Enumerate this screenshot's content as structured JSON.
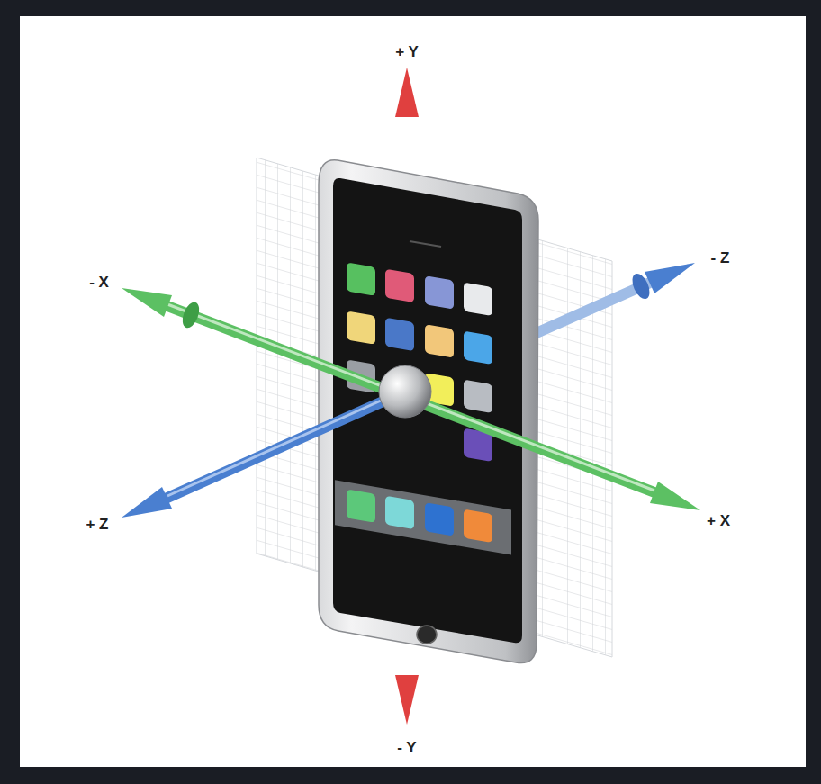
{
  "diagram": {
    "labels": [
      "+ Y",
      "- X",
      "- Z",
      "+ Z",
      "+ X",
      "- Y"
    ]
  }
}
